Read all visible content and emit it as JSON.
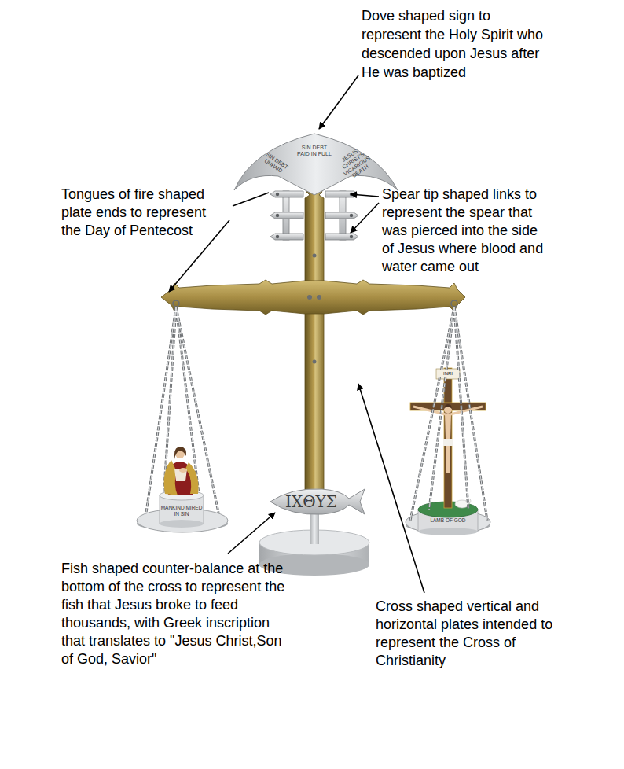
{
  "diagram": {
    "nodes": [
      {
        "text": [
          "SIN DEBT UNPAID",
          "SIN DEBT PAID IN FULL",
          "JESUS CHRIST'S VICARIOUS DEATH"
        ]
      },
      {
        "text": [
          "ΙΧΘΥΣ"
        ]
      }
    ],
    "labels": [
      "Dove shaped sign to represent the Holy Spirit who descended upon Jesus after He was baptized",
      "Tongues of fire shaped plate ends to represent the Day of Pentecost",
      "Spear tip shaped links to represent the spear that was pierced into the side of Jesus where blood and water came out",
      "Fish shaped counter-balance at the bottom of the cross to represent the fish that Jesus broke to feed thousands, with Greek inscription that translates to \"Jesus Christ,Son of God, Savior\"",
      "Cross shaped vertical and horizontal plates intended to represent the Cross of Christianity",
      "INRI",
      "MANKIND MIRED IN SIN",
      "LAMB OF GOD"
    ]
  }
}
